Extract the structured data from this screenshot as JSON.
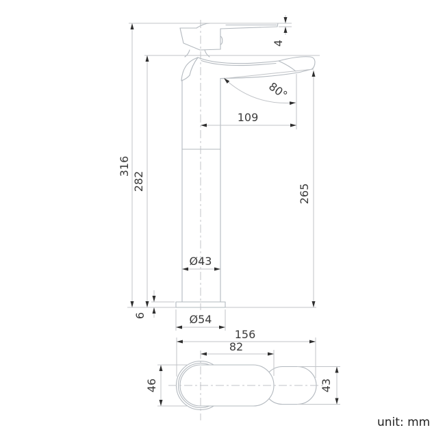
{
  "front_view": {
    "dims": {
      "total_height": "316",
      "height_to_deck": "282",
      "spout_outlet_height": "265",
      "spout_reach": "109",
      "spout_angle": "80°",
      "lever_tip_thickness": "4",
      "body_diameter": "Ø43",
      "base_diameter": "Ø54",
      "base_plate_height": "6"
    }
  },
  "top_view": {
    "dims": {
      "overall_length": "156",
      "handle_length": "82",
      "body_width": "46",
      "spout_width": "43"
    }
  },
  "footer": {
    "unit_note": "unit: mm"
  },
  "colors": {
    "background": "#ffffff",
    "outline": "#b2b8be",
    "dimension": "#c0c3c7",
    "arrow": "#2f2f2f",
    "text": "#3a3a3a",
    "unit-text": "#1f1f1f"
  }
}
